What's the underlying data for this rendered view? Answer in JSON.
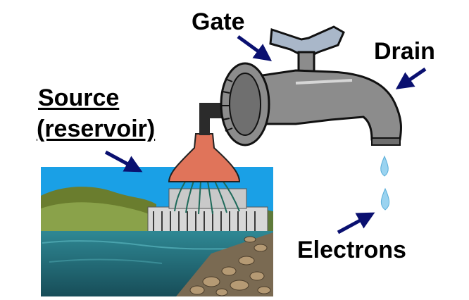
{
  "labels": {
    "gate": "Gate",
    "drain": "Drain",
    "source": "Source",
    "reservoir": "(reservoir)",
    "electrons": "Electrons"
  },
  "icons": [
    "faucet-icon",
    "reservoir-dam-image",
    "water-drop-icon",
    "arrow-icon"
  ],
  "colors": {
    "faucet_gray": "#8c8c8c",
    "arrow_navy": "#0a1070",
    "funnel_salmon": "#e0745a",
    "sky": "#1aa0e6",
    "water": "#1d6a78",
    "drop": "#9ad3f0"
  }
}
